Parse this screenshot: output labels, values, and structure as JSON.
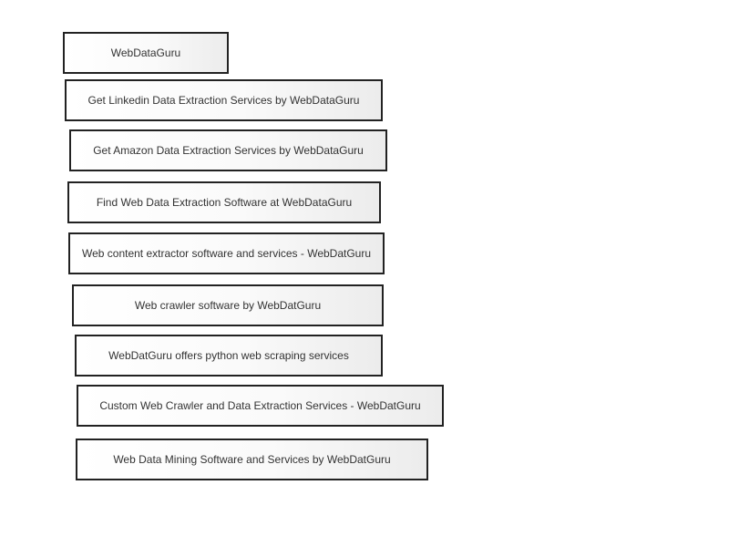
{
  "links": [
    {
      "label": "WebDataGuru"
    },
    {
      "label": "Get Linkedin Data Extraction Services by WebDataGuru"
    },
    {
      "label": "Get Amazon Data Extraction Services by WebDataGuru"
    },
    {
      "label": "Find Web Data Extraction Software at WebDataGuru"
    },
    {
      "label": "Web content extractor software and services - WebDatGuru"
    },
    {
      "label": "Web crawler software by WebDatGuru"
    },
    {
      "label": "WebDatGuru offers python web scraping services"
    },
    {
      "label": "Custom Web Crawler and Data Extraction Services - WebDatGuru"
    },
    {
      "label": "Web Data Mining Software and Services by WebDatGuru"
    }
  ]
}
